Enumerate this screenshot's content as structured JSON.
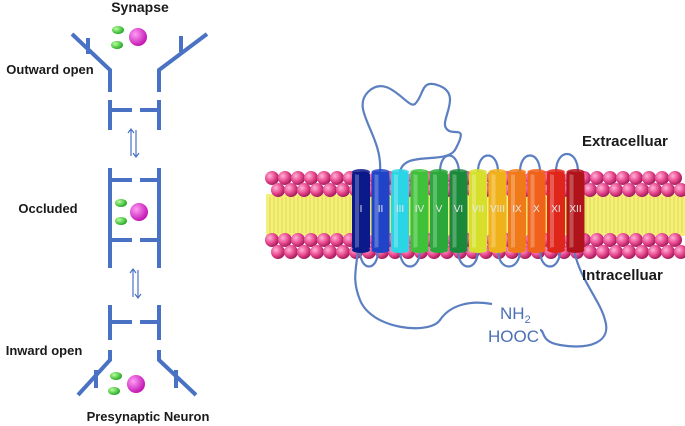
{
  "left_panel": {
    "synapse_label": "Synapse",
    "outward_label": "Outward open",
    "occluded_label": "Occluded",
    "inward_label": "Inward open",
    "neuron_label": "Presynaptic Neuron"
  },
  "right_panel": {
    "extracellular_label": "Extracelluar",
    "intracellular_label": "Intracelluar",
    "n_terminus_main": "NH",
    "n_terminus_sub": "2",
    "c_terminus_label": "HOOC"
  },
  "helices": [
    {
      "label": "I",
      "color": "#0a1a8a"
    },
    {
      "label": "II",
      "color": "#1f44c8"
    },
    {
      "label": "III",
      "color": "#2ad6e6"
    },
    {
      "label": "IV",
      "color": "#3fc23a"
    },
    {
      "label": "V",
      "color": "#2aa83a"
    },
    {
      "label": "VI",
      "color": "#1a8a3a"
    },
    {
      "label": "VII",
      "color": "#d6e02a"
    },
    {
      "label": "VIII",
      "color": "#f0b21a"
    },
    {
      "label": "IX",
      "color": "#f07a1a"
    },
    {
      "label": "X",
      "color": "#f0621a"
    },
    {
      "label": "XI",
      "color": "#e0261a"
    },
    {
      "label": "XII",
      "color": "#b0141a"
    }
  ],
  "colors": {
    "transporter": "#4a72c4",
    "loop": "#5b7fc0",
    "lipid_head": "#e8478e",
    "lipid_tail": "#f5f07a",
    "ion": "#2ec42e",
    "substrate": "#dd33cc"
  }
}
